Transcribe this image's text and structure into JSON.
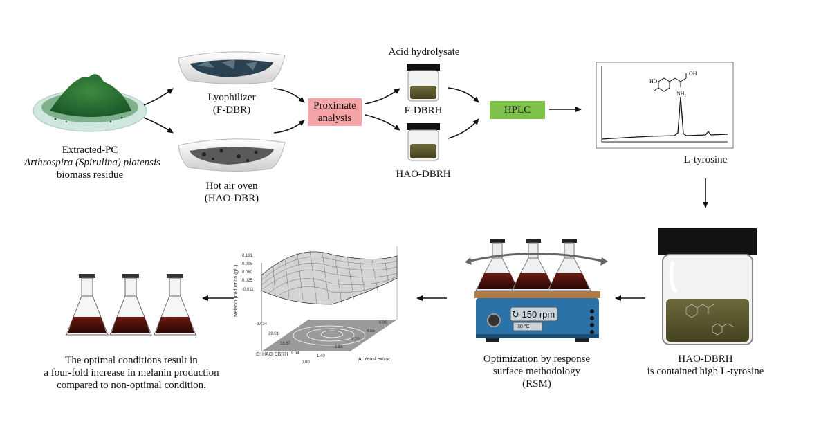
{
  "nodes": {
    "residue": {
      "line1": "Extracted-PC",
      "line2": "Arthrospira (Spirulina) platensis",
      "line3": "biomass residue"
    },
    "lyophilizer": {
      "line1": "Lyophilizer",
      "line2": "(F-DBR)"
    },
    "hot_air_oven": {
      "line1": "Hot air oven",
      "line2": "(HAO-DBR)"
    },
    "proximate": {
      "line1": "Proximate",
      "line2": "analysis",
      "color": "#f4a3a6"
    },
    "acid_hydrolysate": "Acid hydrolysate",
    "f_dbrh": "F-DBRH",
    "hao_dbrh": "HAO-DBRH",
    "hplc": {
      "label": "HPLC",
      "color": "#7dc14a"
    },
    "chromatogram": {
      "compound": "L-tyrosine",
      "oh": "OH",
      "nh2": "NH₂",
      "ho": "HO"
    },
    "jar_result": {
      "line1": "HAO-DBRH",
      "line2": "is contained high L-tyrosine"
    },
    "shaker": {
      "speed": "150 rpm",
      "temp": "30 °C",
      "line1": "Optimization by response",
      "line2": "surface methodology",
      "line3": "(RSM)"
    },
    "rsm_plot": {
      "zlabel": "Melanin production (g/L)",
      "xlabel": "A: Yeast extract",
      "ylabel": "C: HAO-DBRH",
      "z_ticks": [
        "0.131",
        "0.095",
        "0.060",
        "0.025",
        "-0.011"
      ],
      "x_ticks": [
        "1.40",
        "2.55",
        "3.70",
        "4.85",
        "6.00"
      ],
      "y_ticks": [
        "0.00",
        "9.34",
        "18.67",
        "28.01",
        "37.34"
      ]
    },
    "conclusion": {
      "line1": "The optimal conditions result in",
      "line2": "a four-fold increase in melanin production",
      "line3": "compared to non-optimal condition."
    }
  }
}
